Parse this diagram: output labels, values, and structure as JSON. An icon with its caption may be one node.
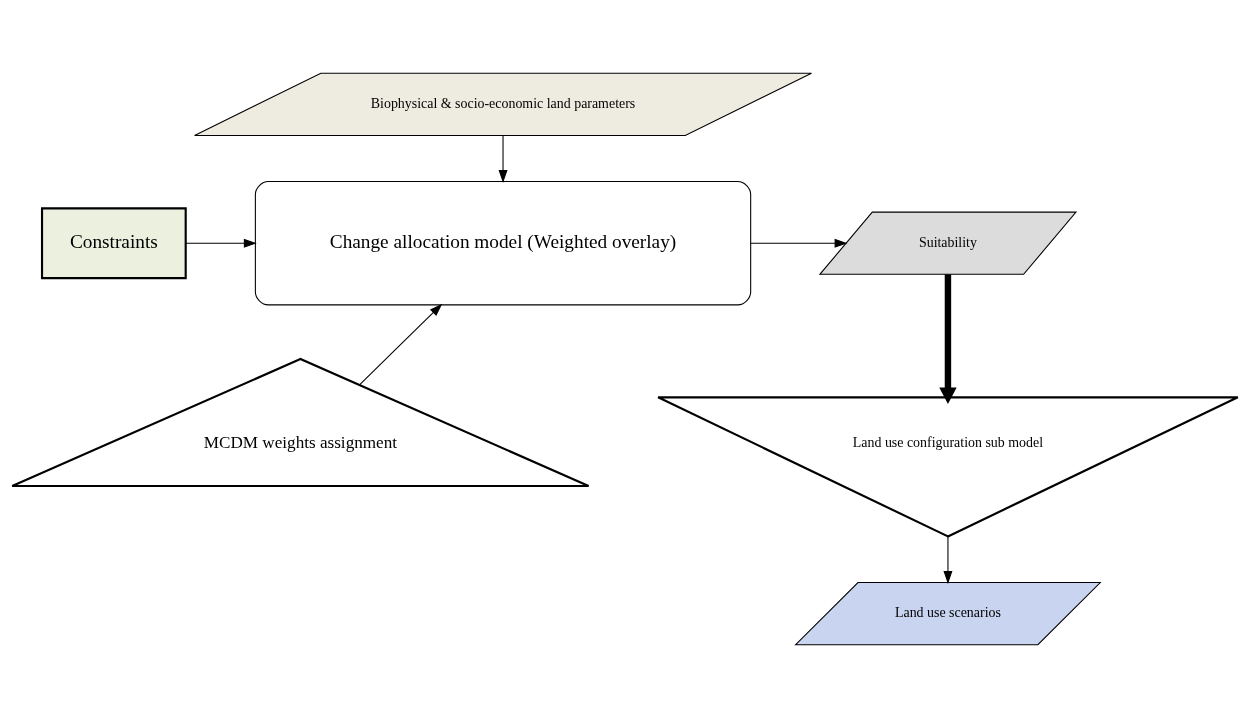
{
  "diagram": {
    "nodes": [
      {
        "text": [
          "Biophysical & socio-economic land parameters"
        ]
      },
      {
        "text": [
          "Constraints"
        ]
      },
      {
        "text": [
          "Change allocation model (Weighted overlay)"
        ]
      },
      {
        "text": [
          "MCDM weights assignment"
        ]
      },
      {
        "text": [
          "Suitability"
        ]
      },
      {
        "text": [
          "Land use configuration sub model"
        ]
      },
      {
        "text": [
          "Land use scenarios"
        ]
      }
    ],
    "edges": [
      {
        "from": 0,
        "to": 2,
        "arrow": "to"
      },
      {
        "from": 1,
        "to": 2,
        "arrow": "to"
      },
      {
        "from": 3,
        "to": 2,
        "arrow": "to"
      },
      {
        "from": 2,
        "to": 4,
        "arrow": "to"
      },
      {
        "from": 4,
        "to": 5,
        "arrow": "to",
        "style": "thick"
      },
      {
        "from": 5,
        "to": 6,
        "arrow": "to"
      }
    ]
  }
}
